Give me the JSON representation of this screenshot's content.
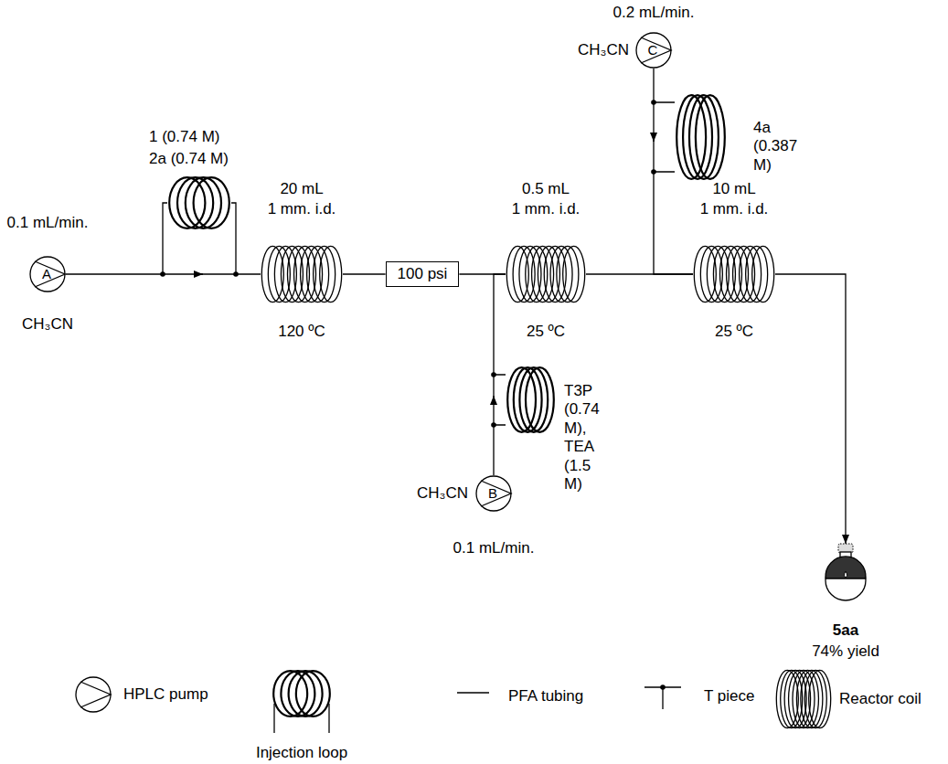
{
  "diagram": {
    "nodes": [
      {
        "text": [
          "A"
        ]
      },
      {
        "text": [
          "1 (0.74 M)",
          "2a (0.74 M)"
        ]
      },
      {
        "text": [
          "20 mL",
          "1 mm. i.d.",
          "120 ºC"
        ]
      },
      {
        "text": [
          "100 psi"
        ]
      },
      {
        "text": [
          "0.5 mL",
          "1 mm. i.d.",
          "25 ºC"
        ]
      },
      {
        "text": [
          "B"
        ]
      },
      {
        "text": [
          "T3P (0.74 M), TEA (1.5 M)"
        ]
      },
      {
        "text": [
          "C"
        ]
      },
      {
        "text": [
          "4a (0.387 M)"
        ]
      },
      {
        "text": [
          "10 mL",
          "1 mm. i.d.",
          "25 ºC"
        ]
      },
      {
        "text": [
          "5aa",
          "74% yield"
        ]
      }
    ],
    "edges": [
      {
        "from": 0,
        "to": 1,
        "arrow": "none"
      },
      {
        "from": 1,
        "to": 2,
        "arrow": "none"
      },
      {
        "from": 2,
        "to": 3,
        "arrow": "none"
      },
      {
        "from": 3,
        "to": 4,
        "arrow": "none"
      },
      {
        "from": 5,
        "to": 6,
        "arrow": "none"
      },
      {
        "from": 6,
        "to": 4,
        "arrow": "none"
      },
      {
        "from": 4,
        "to": 9,
        "arrow": "none"
      },
      {
        "from": 7,
        "to": 8,
        "arrow": "none"
      },
      {
        "from": 8,
        "to": 9,
        "arrow": "none"
      },
      {
        "from": 9,
        "to": 10,
        "arrow": "to"
      }
    ],
    "labels": [
      "0.2 mL/min.",
      "CH₃CN",
      "0.1 mL/min.",
      "CH₃CN",
      "CH₃CN",
      "0.1 mL/min."
    ],
    "legend": [
      {
        "text": "HPLC pump"
      },
      {
        "text": "Injection loop"
      },
      {
        "text": "PFA tubing"
      },
      {
        "text": "T piece"
      },
      {
        "text": "Reactor coil"
      }
    ]
  }
}
